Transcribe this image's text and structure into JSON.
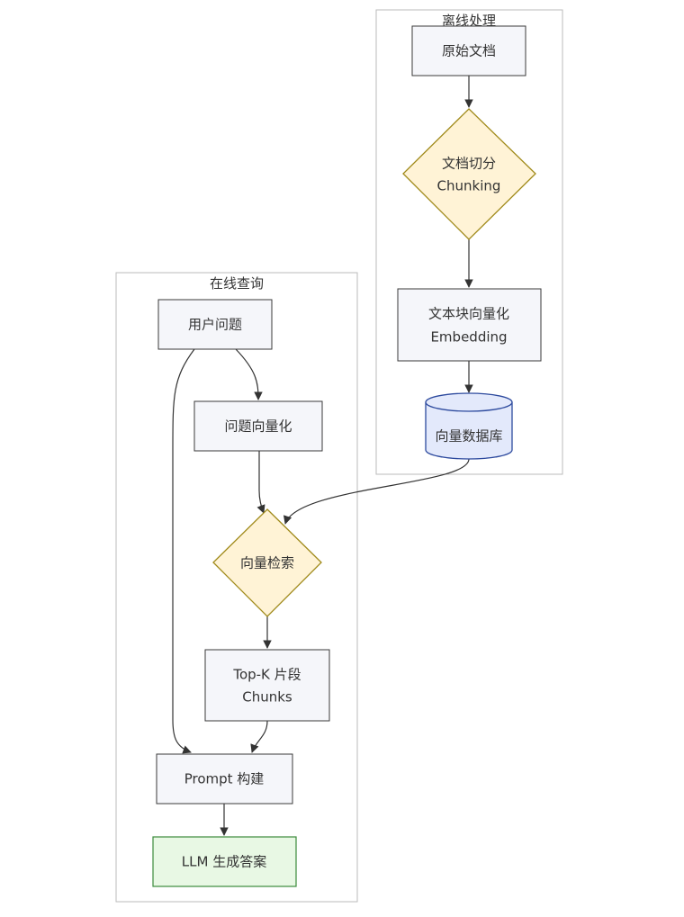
{
  "clusters": {
    "offline": {
      "title": "离线处理"
    },
    "online": {
      "title": "在线查询"
    }
  },
  "nodes": {
    "raw_docs": {
      "label": "原始文档"
    },
    "chunking": {
      "line1": "文档切分",
      "line2": "Chunking"
    },
    "embedding": {
      "line1": "文本块向量化",
      "line2": "Embedding"
    },
    "vector_db": {
      "label": "向量数据库"
    },
    "user_question": {
      "label": "用户问题"
    },
    "question_embed": {
      "label": "问题向量化"
    },
    "vector_search": {
      "label": "向量检索"
    },
    "topk": {
      "line1": "Top-K 片段",
      "line2": "Chunks"
    },
    "prompt_build": {
      "label": "Prompt 构建"
    },
    "llm_answer": {
      "label": "LLM 生成答案"
    }
  },
  "colors": {
    "process_fill": "#f5f6fa",
    "decision_fill": "#fff3d6",
    "decision_stroke": "#a08a1a",
    "database_fill": "#e3e9fb",
    "database_stroke": "#2d4a9e",
    "output_fill": "#e8f8e4",
    "output_stroke": "#3b8a3b",
    "cluster_stroke": "#bbbbbb"
  }
}
